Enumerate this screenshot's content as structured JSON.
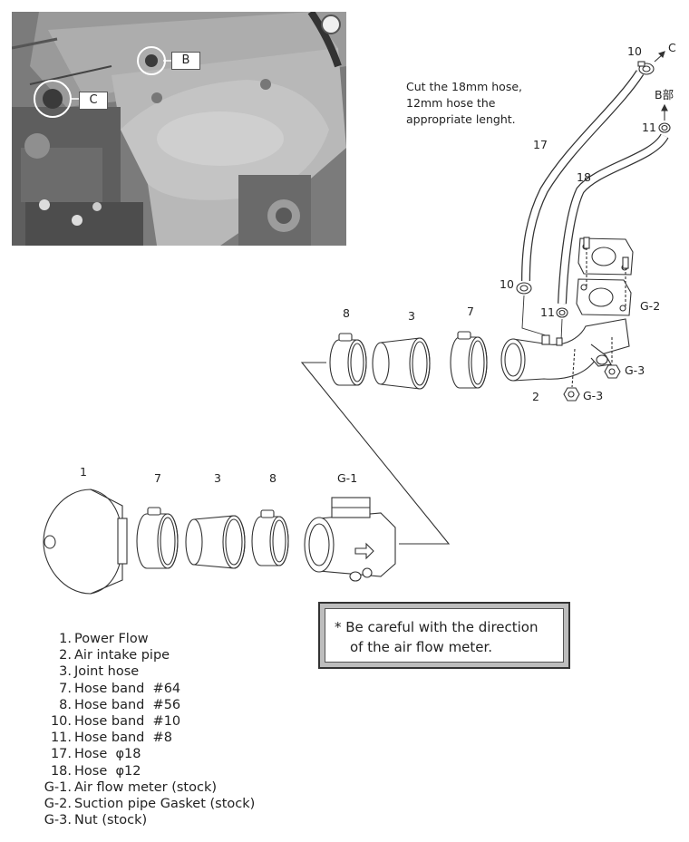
{
  "photo": {
    "tags": {
      "b": "B",
      "c": "C"
    }
  },
  "note": {
    "lines": [
      "Cut the 18mm hose,",
      "12mm hose the",
      "appropriate lenght."
    ]
  },
  "part_labels": {
    "p10_top": "10",
    "arrow_c": "C",
    "b_bu": "B部",
    "p11_top": "11",
    "p17": "17",
    "p18": "18",
    "p10_mid": "10",
    "p11_mid": "11",
    "g2": "G-2",
    "g3_right": "G-3",
    "g3_bottom": "G-3",
    "p2": "2",
    "p8_top": "8",
    "p3_top": "3",
    "p7_top": "7",
    "p1": "1",
    "p7_bottom": "7",
    "p3_bottom": "3",
    "p8_bottom": "8",
    "g1": "G-1"
  },
  "caution": {
    "line1": "* Be careful with the direction",
    "line2": "of the air flow meter."
  },
  "legend": [
    {
      "num": "1.",
      "text": "Power Flow"
    },
    {
      "num": "2.",
      "text": "Air intake pipe"
    },
    {
      "num": "3.",
      "text": "Joint hose"
    },
    {
      "num": "7.",
      "text": "Hose band  #64"
    },
    {
      "num": "8.",
      "text": "Hose band  #56"
    },
    {
      "num": "10.",
      "text": "Hose band  #10"
    },
    {
      "num": "11.",
      "text": "Hose band  #8"
    },
    {
      "num": "17.",
      "text": "Hose  φ18"
    },
    {
      "num": "18.",
      "text": "Hose  φ12"
    },
    {
      "num": "G-1.",
      "text": "Air flow meter (stock)"
    },
    {
      "num": "G-2.",
      "text": "Suction pipe Gasket (stock)"
    },
    {
      "num": "G-3.",
      "text": "Nut (stock)"
    }
  ]
}
